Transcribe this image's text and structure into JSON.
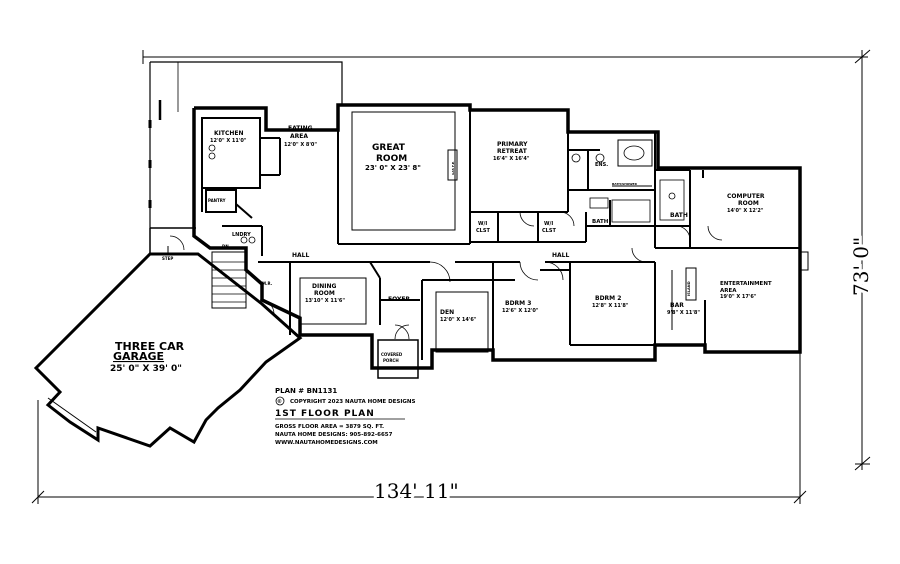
{
  "plan": {
    "overall_width": "134' 11\"",
    "overall_depth": "73' 0\"",
    "plan_number": "PLAN # BN1131",
    "copyright": "COPYRIGHT 2023 NAUTA HOME DESIGNS",
    "copyright_symbol": "©",
    "floor_title": "1ST FLOOR PLAN",
    "gross_area": "GROSS FLOOR AREA  =  3879  SQ. FT.",
    "phone": "NAUTA HOME DESIGNS: 905-892-6657",
    "website": "WWW.NAUTAHOMEDESIGNS.COM"
  },
  "rooms": {
    "kitchen": {
      "name": "KITCHEN",
      "size": "12'0\" X 11'0\""
    },
    "eating": {
      "name1": "EATING",
      "name2": "AREA",
      "size": "12'0\" X 8'0\""
    },
    "great": {
      "name1": "GREAT",
      "name2": "ROOM",
      "size": "23' 0\" X 23' 8\""
    },
    "primary": {
      "name1": "PRIMARY",
      "name2": "RETREAT",
      "size": "16'4\" X 16'4\""
    },
    "computer": {
      "name1": "COMPUTER",
      "name2": "ROOM",
      "size": "14'0\" X 12'2\""
    },
    "entertainment": {
      "name1": "ENTERTAINMENT",
      "name2": "AREA",
      "size": "19'0\" X 17'6\""
    },
    "dining": {
      "name1": "DINING",
      "name2": "ROOM",
      "size": "13'10\" X 11'6\""
    },
    "den": {
      "name": "DEN",
      "size": "12'0\" X 14'6\""
    },
    "bdrm3": {
      "name": "BDRM 3",
      "size": "12'6\" X 12'0\""
    },
    "bdrm2": {
      "name": "BDRM 2",
      "size": "12'8\" X 11'8\""
    },
    "bar": {
      "name": "BAR",
      "size": "9'8\" X 11'8\""
    },
    "garage": {
      "name1": "THREE CAR",
      "name2": "GARAGE",
      "size": "25' 0\" X 39' 0\""
    }
  },
  "small_labels": {
    "pantry": "PANTRY",
    "lndry": "LNDRY",
    "hall_left": "HALL",
    "hall_right": "HALL",
    "foyer": "FOYER",
    "ens": "ENS.",
    "bath1": "BATH",
    "bath2": "BATH",
    "wic1_a": "W/I",
    "wic1_b": "CLST",
    "wic2_a": "W/I",
    "wic2_b": "CLST",
    "step": "STEP",
    "island": "ISLAND",
    "porch_a": "COVERED",
    "porch_b": "PORCH",
    "gas_fp": "GAS F.P.",
    "tub_note": "BATH/SHOWER",
    "down": "DN",
    "mech": "M.R."
  }
}
